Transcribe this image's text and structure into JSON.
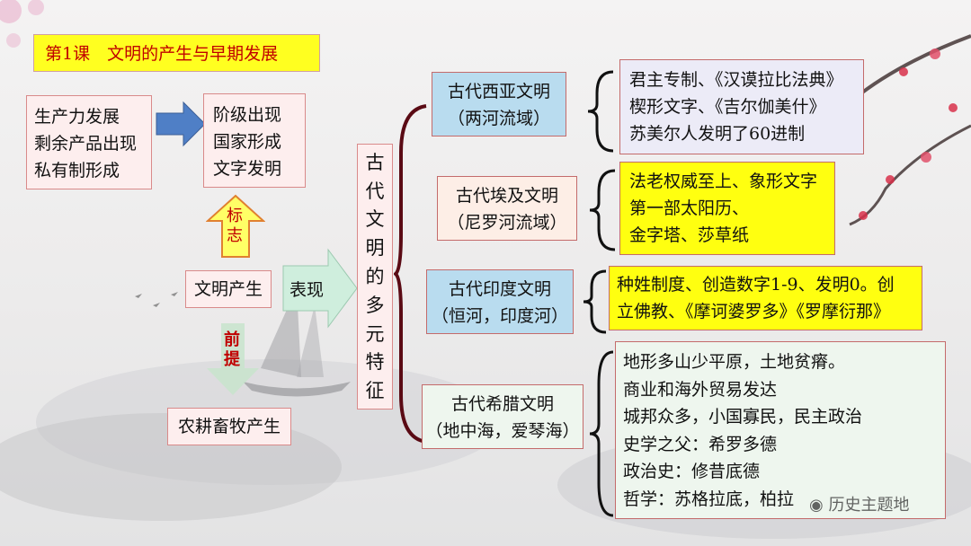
{
  "title": "第1课　文明的产生与早期发展",
  "top_left": {
    "causes": [
      "生产力发展",
      "剩余产品出现",
      "私有制形成"
    ],
    "results": [
      "阶级出现",
      "国家形成",
      "文字发明"
    ]
  },
  "arrows": {
    "biaozhi": "标志",
    "qianti": "前提",
    "biaoxian": "表现"
  },
  "wenming_chansheng": "文明产生",
  "nonggeng": "农耕畜牧产生",
  "central_vertical": [
    "古",
    "代",
    "文",
    "明",
    "的",
    "多",
    "元",
    "特",
    "征"
  ],
  "civilizations": [
    {
      "name": "古代西亚文明",
      "region": "（两河流域）",
      "details": [
        "君主专制、《汉谟拉比法典》",
        "楔形文字、《吉尔伽美什》",
        "苏美尔人发明了60进制"
      ]
    },
    {
      "name": "古代埃及文明",
      "region": "（尼罗河流域）",
      "details": [
        "法老权威至上、象形文字",
        "第一部太阳历、",
        "金字塔、莎草纸"
      ]
    },
    {
      "name": "古代印度文明",
      "region": "（恒河，印度河）",
      "details": [
        "种姓制度、创造数字1-9、发明0。创",
        "立佛教、《摩诃婆罗多》《罗摩衍那》"
      ]
    },
    {
      "name": "古代希腊文明",
      "region": "（地中海，爱琴海）",
      "details": [
        "地形多山少平原，土地贫瘠。",
        "商业和海外贸易发达",
        "城邦众多，小国寡民，民主政治",
        "史学之父：希罗多德",
        "政治史：修昔底德",
        "哲学：苏格拉底，柏拉"
      ]
    }
  ],
  "watermark": "历史主题地"
}
